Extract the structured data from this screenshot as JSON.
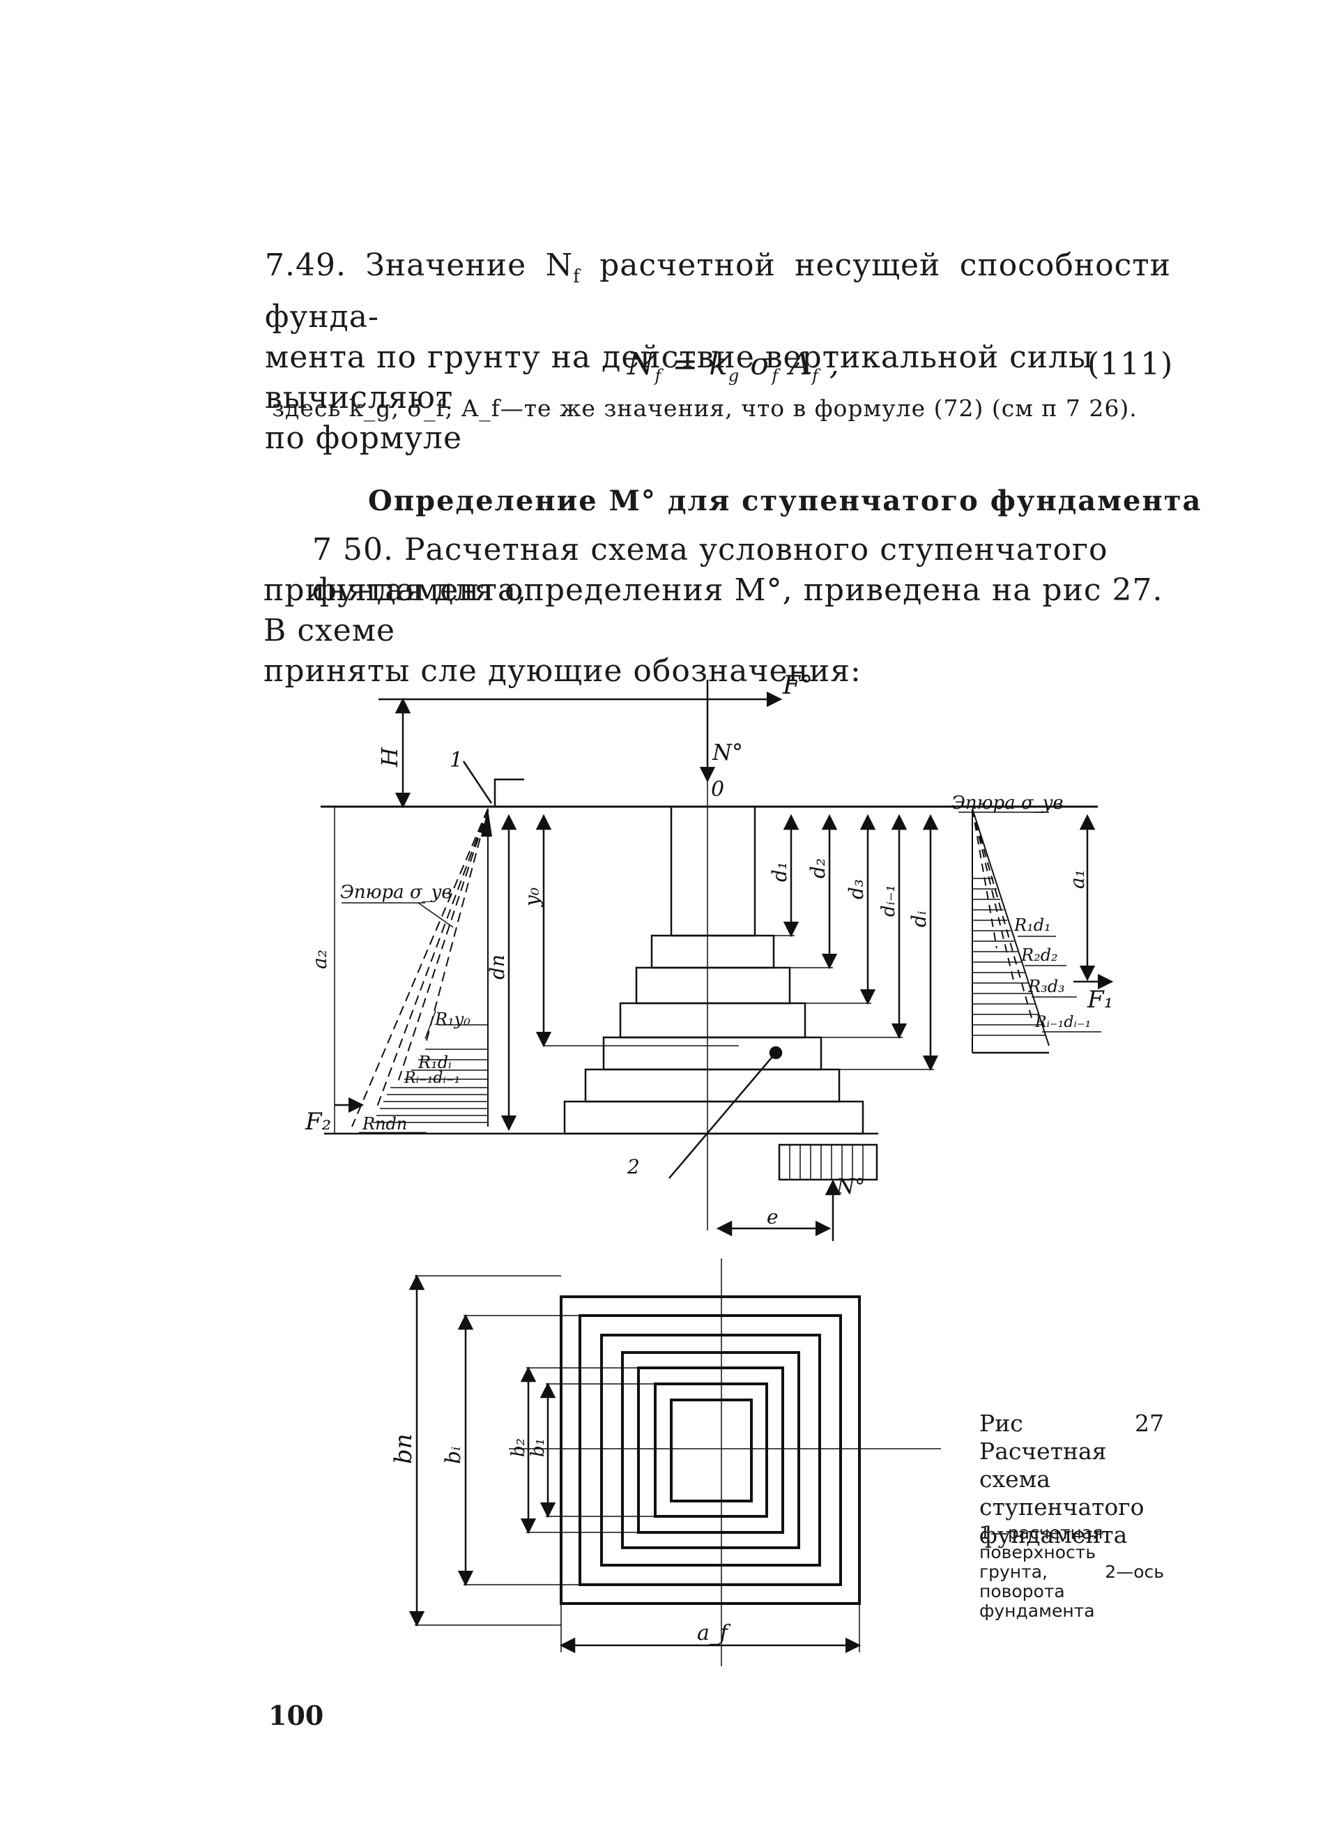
{
  "para_749": {
    "line1": "7.49. Значение N",
    "line1_sub": "f",
    "line1_rest": " расчетной несущей способности фунда-",
    "line2": "мента по грунту на действие вертикальной силы вычисляют",
    "line3": "по формуле"
  },
  "formula": {
    "text": "N",
    "sub_f": "f",
    "eq": " = k",
    "sub_g": "g",
    "sigma": " σ",
    "sub_f2": "f",
    "a": " A",
    "sub_f3": "f",
    "tail": " ,",
    "number": "(111)"
  },
  "note_line": "здесь k_g, σ_f; A_f—те же значения, что в формуле (72) (см п 7 26).",
  "heading": "Определение M° для ступенчатого фундамента",
  "para_750": {
    "line1": "7 50. Расчетная схема условного ступенчатого фундамента,",
    "line2": "принятая для определения M°, приведена на рис 27. В схеме",
    "line3": "приняты сле дующие обозначения:"
  },
  "figure_labels": {
    "F0": "F°",
    "N0_top": "N°",
    "N0_bottom": "N°",
    "H": "H",
    "origin": "0",
    "label1": "1",
    "label2": "2",
    "epure_left": "Эпюра σ_yв",
    "epure_right": "Эпюра σ_yв",
    "a2": "a₂",
    "a1": "a₁",
    "dn": "dп",
    "y0": "y₀",
    "d1": "d₁",
    "d2": "d₂",
    "d3": "d₃",
    "di1": "dᵢ₋₁",
    "di": "dᵢ",
    "Ry0": "R₁y₀",
    "Rd_left": "R₁dᵢ",
    "Ri1d_left": "Rᵢ₋₁dᵢ₋₁",
    "Rndn": "Rпdп",
    "R1d1": "R₁d₁",
    "R2d2": "R₂d₂",
    "R3d3": "R₃d₃",
    "Ri1di1": "Rᵢ₋₁dᵢ₋₁",
    "F1": "F₁",
    "F2": "F₂",
    "e": "e",
    "bn": "bп",
    "bi": "bᵢ",
    "b2": "b₂",
    "b1": "b₁",
    "af": "a_f"
  },
  "caption": {
    "title": "Рис 27 Расчетная схема ступенчатого фундамента",
    "legend": "1—расчетная поверхность грунта, 2—ось поворота фундамента"
  },
  "page_number": "100"
}
